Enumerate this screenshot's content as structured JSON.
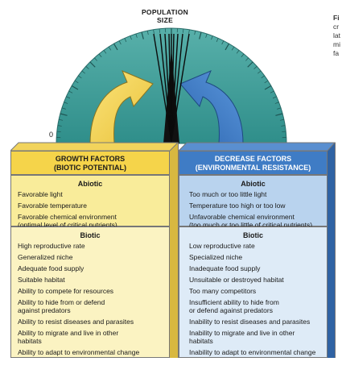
{
  "title_lines": [
    "POPULATION",
    "SIZE"
  ],
  "caption_fragments": [
    "Fi",
    "cr",
    "lat",
    "mi",
    "fa"
  ],
  "zero_label": "0",
  "colors": {
    "gauge": "#3f9e9a",
    "growth_arrow": "#f2d34a",
    "decrease_arrow": "#3a7cc8",
    "growth_header": "#f5d44a",
    "decrease_header": "#3f7cc5"
  },
  "growth": {
    "header_lines": [
      "GROWTH FACTORS",
      "(BIOTIC POTENTIAL)"
    ],
    "abiotic_title": "Abiotic",
    "abiotic_items": [
      [
        "Favorable light"
      ],
      [
        "Favorable temperature"
      ],
      [
        "Favorable chemical environment",
        "(optimal level of critical nutrients)"
      ]
    ],
    "biotic_title": "Biotic",
    "biotic_items": [
      [
        "High reproductive rate"
      ],
      [
        "Generalized niche"
      ],
      [
        "Adequate food supply"
      ],
      [
        "Suitable habitat"
      ],
      [
        "Ability to compete for resources"
      ],
      [
        "Ability to hide from or defend",
        "against predators"
      ],
      [
        "Ability to resist diseases and parasites"
      ],
      [
        "Ability to migrate and live in other",
        "habitats"
      ],
      [
        "Ability to adapt to environmental change"
      ]
    ]
  },
  "decrease": {
    "header_lines": [
      "DECREASE FACTORS",
      "(ENVIRONMENTAL RESISTANCE)"
    ],
    "abiotic_title": "Abiotic",
    "abiotic_items": [
      [
        "Too much or too little light"
      ],
      [
        "Temperature too high or too low"
      ],
      [
        "Unfavorable chemical environment",
        "(too much or too little of critical nutrients)"
      ]
    ],
    "biotic_title": "Biotic",
    "biotic_items": [
      [
        "Low reproductive rate"
      ],
      [
        "Specialized niche"
      ],
      [
        "Inadequate food supply"
      ],
      [
        "Unsuitable or destroyed habitat"
      ],
      [
        "Too many competitors"
      ],
      [
        "Insufficient ability to hide from",
        "or defend against predators"
      ],
      [
        "Inability to resist diseases and parasites"
      ],
      [
        "Inability to migrate and live in other",
        "habitats"
      ],
      [
        "Inability to adapt to environmental change"
      ]
    ]
  }
}
